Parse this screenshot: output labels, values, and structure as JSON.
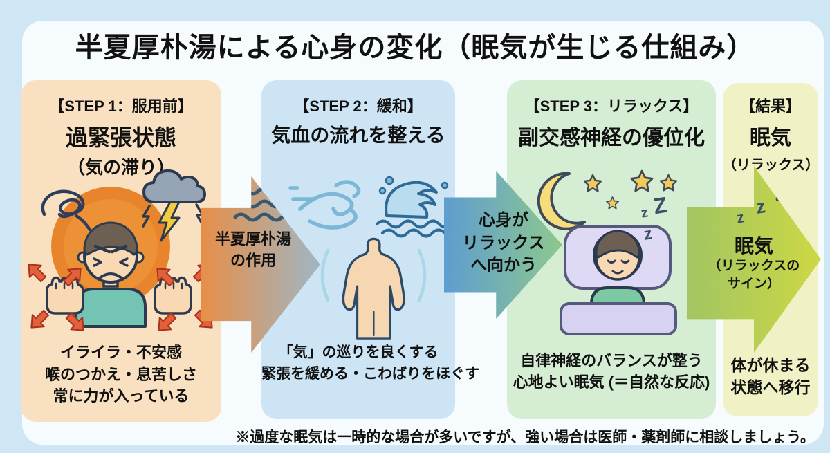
{
  "title": "半夏厚朴湯による心身の変化（眠気が生じる仕組み）",
  "colors": {
    "page_bg": "#cfe7f4",
    "card_bg": "#f6fbfe",
    "text": "#111111",
    "panel1_bg": "#f8e0c1",
    "panel2_bg": "#cce4f4",
    "panel3_bg": "#d5edd3",
    "panel4_bg": "#f0f2c5",
    "arrow1_gradient": [
      "#e78f47",
      "#9fb6c4"
    ],
    "arrow2_gradient": [
      "#5e9dd0",
      "#8ec88e"
    ],
    "arrow3_gradient": [
      "#a2c562",
      "#cdd844"
    ]
  },
  "panels": [
    {
      "tag": "【STEP 1：服用前】",
      "heading": "過緊張状態",
      "subheading": "（気の滞り）",
      "footer_lines": [
        "イライラ・不安感",
        "喉のつかえ・息苦しさ",
        "常に力が入っている"
      ]
    },
    {
      "tag": "【STEP 2：緩和】",
      "heading": "気血の流れを整える",
      "footer_lines": [
        "「気」の巡りを良くする",
        "緊張を緩める・こわばりをほぐす"
      ]
    },
    {
      "tag": "【STEP 3：リラックス】",
      "heading": "副交感神経の優位化",
      "footer_lines": [
        "自律神経のバランスが整う",
        "心地よい眠気 (＝自然な反応)"
      ]
    },
    {
      "tag": "【結果】",
      "heading": "眠気",
      "subheading": "（リラックス）",
      "footer_lines": [
        "体が休まる",
        "状態へ移行"
      ]
    }
  ],
  "arrows": [
    {
      "lines": [
        "半夏厚朴湯",
        "の作用"
      ],
      "icon": "flow-waves-icon"
    },
    {
      "lines": [
        "心身が",
        "リラックス",
        "へ向かう"
      ]
    },
    {
      "heading": "眠気",
      "lines": [
        "（リラックスの",
        "サイン）"
      ]
    }
  ],
  "sleep_z": {
    "arrow": [
      "z",
      "z",
      "Z"
    ],
    "panel": [
      "z",
      "Z",
      "z"
    ]
  },
  "icons": {
    "panel1": [
      "tangled-thoughts-icon",
      "storm-cloud-lightning-icon",
      "angry-person-illustration",
      "clenched-fist-icon",
      "tension-arrow-icon"
    ],
    "panel2": [
      "wind-flow-icon",
      "water-wave-icon",
      "body-torso-illustration"
    ],
    "panel3": [
      "crescent-moon-icon",
      "star-icon",
      "sleeping-person-illustration"
    ]
  },
  "footnote": "※過度な眠気は一時的な場合が多いですが、強い場合は医師・薬剤師に相談しましょう。"
}
